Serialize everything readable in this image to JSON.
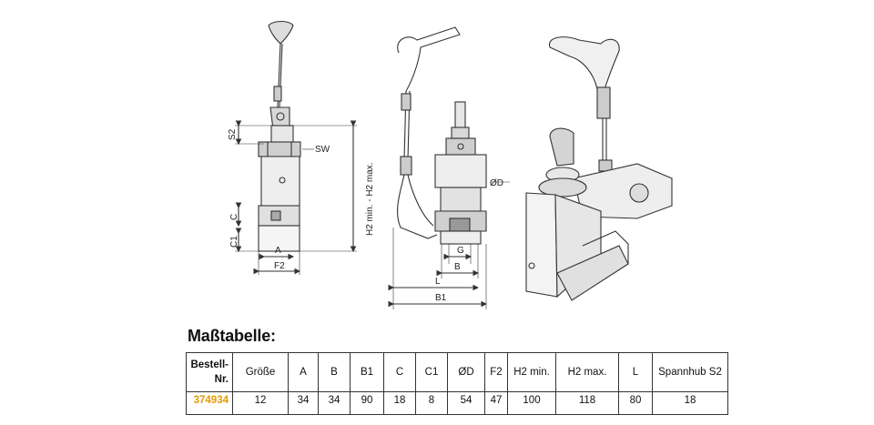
{
  "dim_labels": {
    "s2": "S2",
    "sw": "SW",
    "h2": "H2 min. - H2 max.",
    "c": "C",
    "c1": "C1",
    "a": "A",
    "f2": "F2",
    "od": "ØD",
    "g": "G",
    "b": "B",
    "l": "L",
    "b1": "B1"
  },
  "table": {
    "title": "Maßtabelle:",
    "headers": [
      "Bestell-Nr.",
      "Größe",
      "A",
      "B",
      "B1",
      "C",
      "C1",
      "ØD",
      "F2",
      "H2 min.",
      "H2 max.",
      "L",
      "Spannhub S2"
    ],
    "rows": [
      [
        "374934",
        "12",
        "34",
        "34",
        "90",
        "18",
        "8",
        "54",
        "47",
        "100",
        "118",
        "80",
        "18"
      ]
    ]
  },
  "colors": {
    "order_number": "#e59a00",
    "line": "#333333"
  }
}
